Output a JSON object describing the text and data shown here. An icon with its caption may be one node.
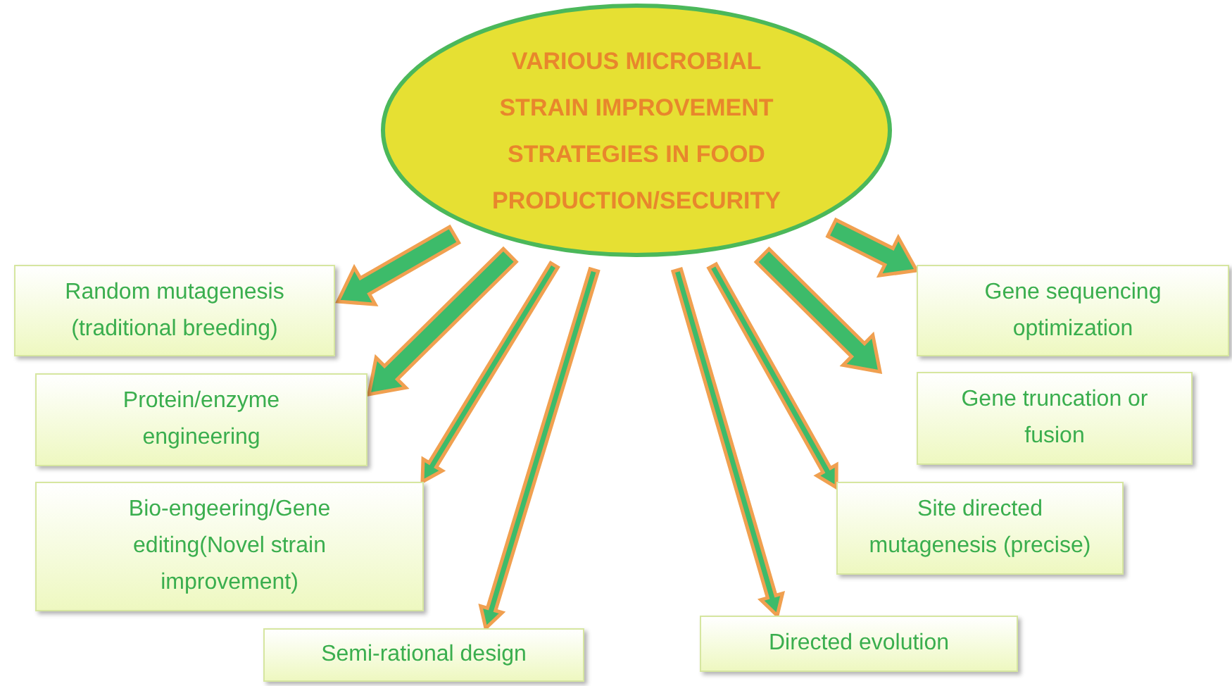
{
  "diagram": {
    "nodes": [
      {
        "text": [
          "VARIOUS MICROBIAL STRAIN IMPROVEMENT STRATEGIES IN FOOD PRODUCTION/SECURITY"
        ]
      },
      {
        "text": [
          "Random mutagenesis (traditional breeding)"
        ]
      },
      {
        "text": [
          "Protein/enzyme engineering"
        ]
      },
      {
        "text": [
          "Bio-engeering/Gene editing(Novel strain improvement)"
        ]
      },
      {
        "text": [
          "Semi-rational design"
        ]
      },
      {
        "text": [
          "Directed evolution"
        ]
      },
      {
        "text": [
          "Site directed mutagenesis (precise)"
        ]
      },
      {
        "text": [
          "Gene truncation or fusion"
        ]
      },
      {
        "text": [
          "Gene sequencing optimization"
        ]
      }
    ],
    "edges": [
      {
        "from": 0,
        "to": 1,
        "arrow": "to",
        "style": "thick"
      },
      {
        "from": 0,
        "to": 2,
        "arrow": "to",
        "style": "thick"
      },
      {
        "from": 0,
        "to": 3,
        "arrow": "to"
      },
      {
        "from": 0,
        "to": 4,
        "arrow": "to"
      },
      {
        "from": 0,
        "to": 5,
        "arrow": "to"
      },
      {
        "from": 0,
        "to": 6,
        "arrow": "to"
      },
      {
        "from": 0,
        "to": 7,
        "arrow": "to",
        "style": "thick"
      },
      {
        "from": 0,
        "to": 8,
        "arrow": "to",
        "style": "thick"
      }
    ]
  }
}
